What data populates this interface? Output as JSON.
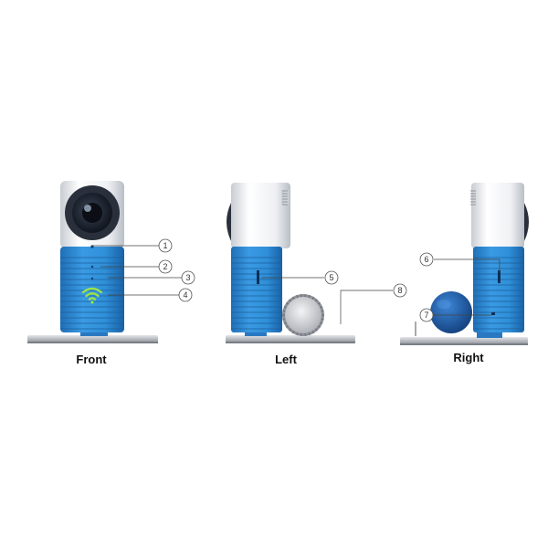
{
  "views": {
    "front": {
      "label": "Front"
    },
    "left": {
      "label": "Left"
    },
    "right": {
      "label": "Right"
    }
  },
  "callouts": [
    "1",
    "2",
    "3",
    "4",
    "5",
    "6",
    "7",
    "8"
  ],
  "colors": {
    "body_blue": "#2f8fd8",
    "body_blue_dark": "#1f6fb6",
    "head_white": "#f2f3f5",
    "base_silver": "#c9ccd1",
    "lens_dark": "#1c2330",
    "wifi_green": "#9be24a",
    "knob_blue": "#1c5fb2",
    "knob_grey": "#d8dadd"
  },
  "icons": {
    "wifi": "wifi-icon",
    "lens": "camera-lens-icon"
  }
}
